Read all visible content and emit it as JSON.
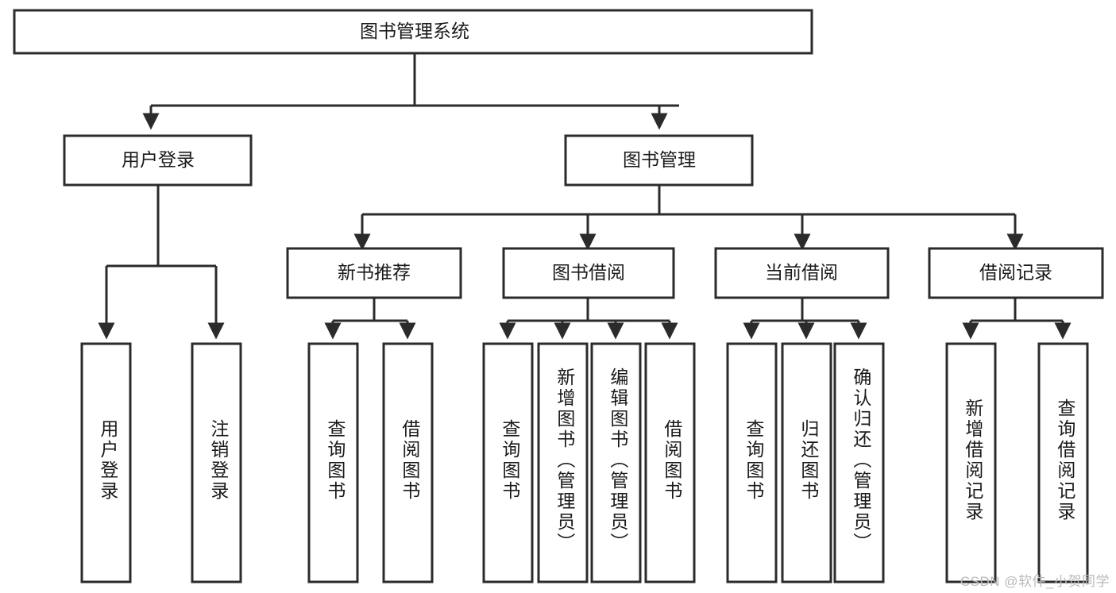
{
  "diagram": {
    "type": "tree",
    "title": "图书管理系统",
    "orientation": "top-down",
    "colors": {
      "box_fill": "#ffffff",
      "box_stroke": "#2b2b2b",
      "text": "#1a1a1a",
      "watermark": "#b9b9b9",
      "background": "#ffffff"
    },
    "root": {
      "label": "图书管理系统"
    },
    "level2": [
      {
        "label": "用户登录"
      },
      {
        "label": "图书管理"
      }
    ],
    "level3": [
      {
        "label": "新书推荐"
      },
      {
        "label": "图书借阅"
      },
      {
        "label": "当前借阅"
      },
      {
        "label": "借阅记录"
      }
    ],
    "leaves": {
      "user_login": [
        {
          "label": "用户登录"
        },
        {
          "label": "注销登录"
        }
      ],
      "new_book_recommend": [
        {
          "label": "查询图书"
        },
        {
          "label": "借阅图书"
        }
      ],
      "book_borrow": [
        {
          "label": "查询图书"
        },
        {
          "label": "新增图书（管理员）"
        },
        {
          "label": "编辑图书（管理员）"
        },
        {
          "label": "借阅图书"
        }
      ],
      "current_borrow": [
        {
          "label": "查询图书"
        },
        {
          "label": "归还图书"
        },
        {
          "label": "确认归还（管理员）"
        }
      ],
      "borrow_record": [
        {
          "label": "新增借阅记录"
        },
        {
          "label": "查询借阅记录"
        }
      ]
    }
  },
  "watermark": {
    "text": "CSDN @软件_小贺同学"
  }
}
